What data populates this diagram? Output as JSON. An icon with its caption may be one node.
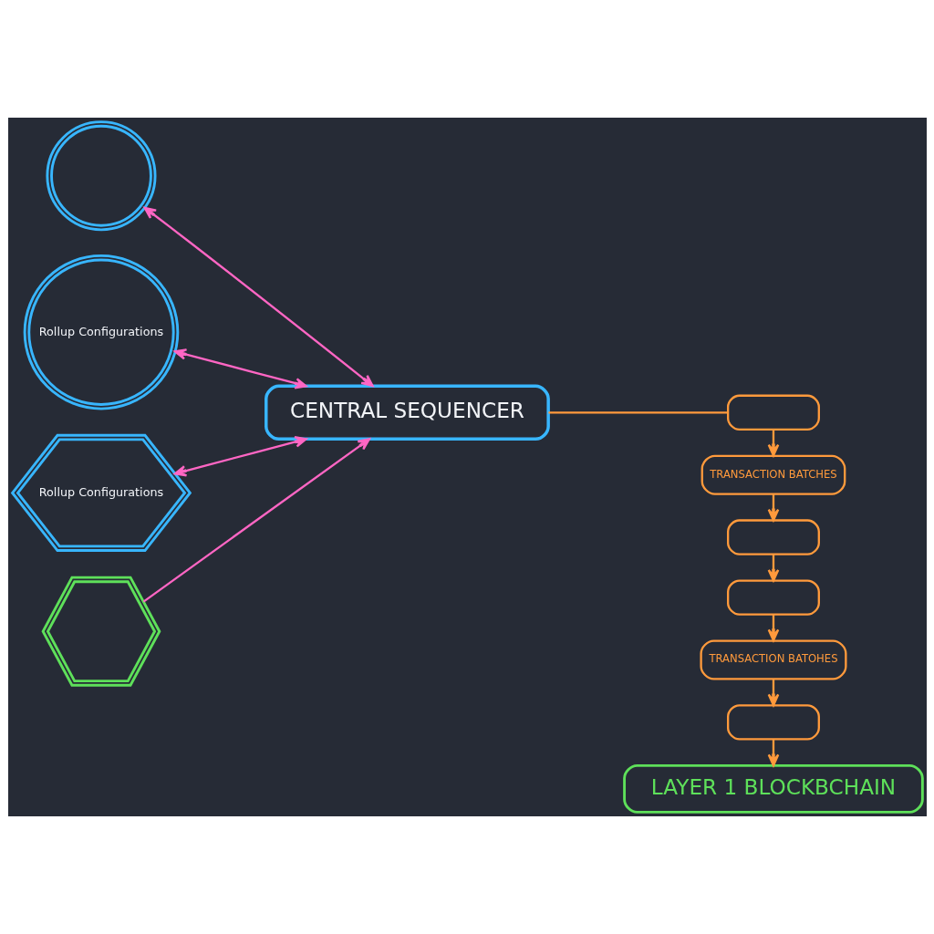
{
  "diagram": {
    "nodes": [
      {
        "text": [],
        "shape": "circle"
      },
      {
        "text": [
          "Rollup Configurations"
        ]
      },
      {
        "text": [
          "CENTRAL SEQUENCER"
        ]
      },
      {
        "text": [
          "Rollup Configurations"
        ]
      },
      {
        "text": [],
        "shape": "hexagon"
      },
      {
        "text": [],
        "shape": "box"
      },
      {
        "text": [
          "TRANSACTION BATCHES"
        ]
      },
      {
        "text": [],
        "shape": "box"
      },
      {
        "text": [],
        "shape": "box"
      },
      {
        "text": [
          "TRANSACTION BATOHES"
        ]
      },
      {
        "text": [],
        "shape": "box"
      },
      {
        "text": [
          "LAYER 1 BLOCKBCHAIN"
        ]
      }
    ],
    "edges": [
      {
        "from": 0,
        "to": 2,
        "arrow": "both",
        "color": "#ff66c4"
      },
      {
        "from": 1,
        "to": 2,
        "arrow": "both",
        "color": "#ff66c4"
      },
      {
        "from": 3,
        "to": 2,
        "arrow": "both",
        "color": "#ff66c4"
      },
      {
        "from": 4,
        "to": 2,
        "arrow": "to",
        "color": "#ff66c4"
      },
      {
        "from": 2,
        "to": 5,
        "arrow": "none"
      },
      {
        "from": 5,
        "to": 6,
        "arrow": "to"
      },
      {
        "from": 6,
        "to": 7,
        "arrow": "to"
      },
      {
        "from": 7,
        "to": 8,
        "arrow": "to"
      },
      {
        "from": 8,
        "to": 9,
        "arrow": "to"
      },
      {
        "from": 9,
        "to": 10,
        "arrow": "to"
      },
      {
        "from": 10,
        "to": 11,
        "arrow": "to"
      }
    ]
  }
}
